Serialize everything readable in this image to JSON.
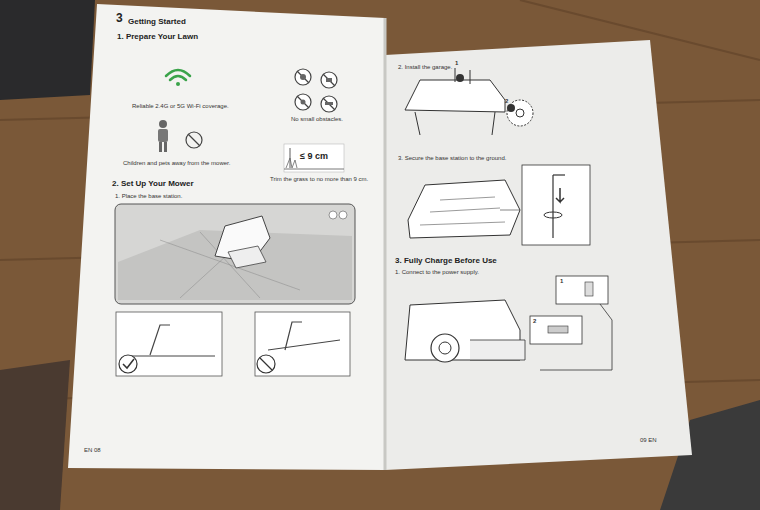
{
  "diagram": {
    "title": "Getting Started",
    "labels": [
      "3",
      "1. Prepare Your Lawn",
      "Reliable 2.4G or 5G Wi-Fi coverage.",
      "No small obstacles.",
      "Children and pets away from the mower.",
      "≤ 9 cm",
      "Trim the grass to no more than 9 cm.",
      "2. Set Up Your Mower",
      "1. Place the base station.",
      "EN 08",
      "2. Install the garage.",
      "1",
      "2",
      "3. Secure the base station to the ground.",
      "3. Fully Charge Before Use",
      "1. Connect to the power supply.",
      "1",
      "2",
      "09 EN"
    ]
  }
}
